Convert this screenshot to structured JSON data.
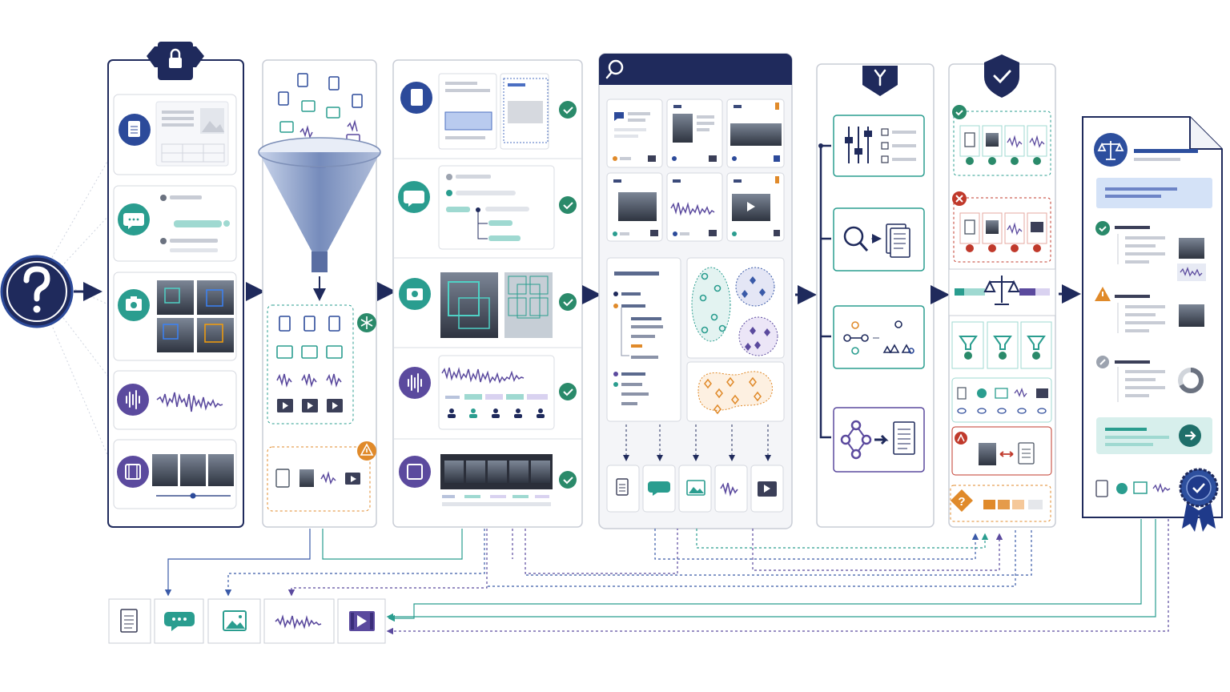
{
  "colors": {
    "navy": "#1f2a5c",
    "teal": "#2a9d8f",
    "teal_light": "#bfe6e1",
    "purple": "#5b4a9e",
    "purple_light": "#d9d2f0",
    "blue": "#2c4a9a",
    "green": "#2a8a6a",
    "orange": "#e08a2a",
    "red": "#c0392b",
    "gray_line": "#d9dce3"
  },
  "stages": [
    {
      "name": "query",
      "icon": "question-mark-icon"
    },
    {
      "name": "multimodal-sources",
      "icon": "lock-icon",
      "rows": [
        "document-icon",
        "chat-bubble-icon",
        "camera-icon",
        "waveform-icon",
        "film-icon"
      ]
    },
    {
      "name": "ingestion-funnel",
      "icon": "funnel-icon",
      "badges": [
        "snowflake-icon",
        "warning-icon"
      ]
    },
    {
      "name": "extraction",
      "rows": [
        "document-icon",
        "chat-bubble-icon",
        "camera-icon",
        "waveform-icon",
        "film-icon"
      ],
      "status_icon": "check-icon"
    },
    {
      "name": "search-index",
      "icon": "search-icon"
    },
    {
      "name": "routing",
      "icon": "branch-icon",
      "rows": [
        "filter-sliders-icon",
        "magnifier-document-icon",
        "graph-transform-icon",
        "network-document-icon"
      ]
    },
    {
      "name": "verification",
      "icon": "shield-check-icon"
    },
    {
      "name": "final-report",
      "icon": "scales-icon",
      "badges": [
        "ribbon-seal-icon"
      ]
    }
  ],
  "bottom_outputs": [
    "document-icon",
    "chat-bubble-icon",
    "image-icon",
    "waveform-icon",
    "video-icon"
  ]
}
